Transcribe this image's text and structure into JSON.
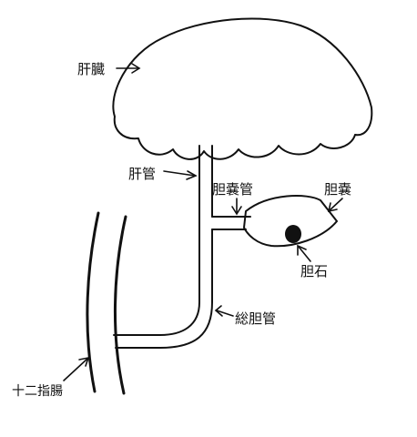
{
  "labels": {
    "liver": "肝臓",
    "hepatic_duct": "肝管",
    "cystic_duct": "胆嚢管",
    "gallbladder": "胆嚢",
    "gallstone": "胆石",
    "common_bile_duct": "総胆管",
    "duodenum": "十二指腸"
  },
  "colors": {
    "ink": "#111111",
    "background": "#ffffff"
  }
}
